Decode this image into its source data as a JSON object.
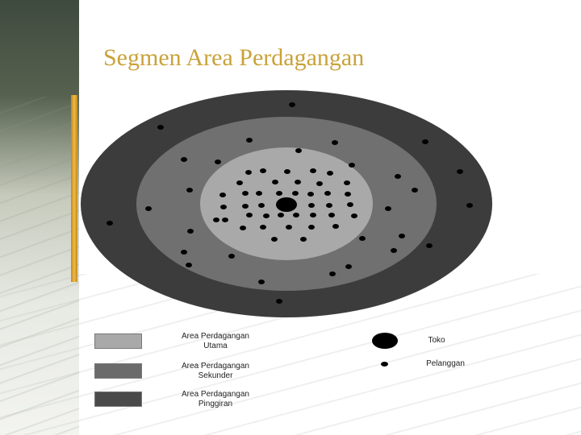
{
  "title": "Segmen Area Perdagangan",
  "colors": {
    "outer_ring": "#3c3c3c",
    "secondary_ring": "#707070",
    "primary_ring": "#a9a9a9",
    "dot": "#000000",
    "title": "#c9a23a",
    "accent_bar": "#e0a52c"
  },
  "legend": {
    "areas": [
      {
        "label": "Area Perdagangan\nUtama",
        "color": "#a9a9a9"
      },
      {
        "label": "Area Perdagangan\nSekunder",
        "color": "#6b6b6b"
      },
      {
        "label": "Area Perdagangan\nPinggiran",
        "color": "#4a4a4a"
      }
    ],
    "markers": [
      {
        "label": "Toko",
        "shape": "large-dot"
      },
      {
        "label": "Pelanggan",
        "shape": "small-dot"
      }
    ]
  }
}
